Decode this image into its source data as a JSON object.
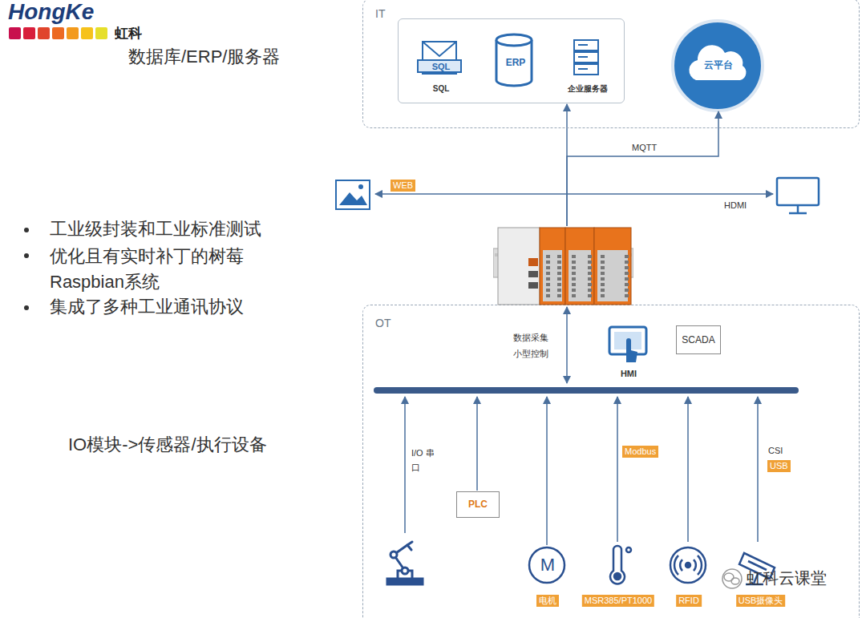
{
  "diagram": {
    "nodes": [
      {
        "text": [
          "IT"
        ]
      },
      {
        "text": [],
        "in": 0
      },
      {
        "text": [
          "SQL",
          "SQL"
        ],
        "in": 1
      },
      {
        "text": [
          "ERP"
        ],
        "in": 1
      },
      {
        "text": [
          "企业服务器"
        ],
        "in": 1
      },
      {
        "text": [
          "云平台"
        ],
        "in": 0
      },
      {
        "text": []
      },
      {
        "text": [
          "OT"
        ]
      },
      {
        "text": [
          "HMI"
        ],
        "in": 7
      },
      {
        "text": [
          "SCADA"
        ],
        "in": 7
      },
      {
        "text": [
          "PLC"
        ],
        "in": 7
      },
      {
        "text": [
          "M",
          "电机"
        ],
        "in": 7
      },
      {
        "text": [
          "MSR385/PT1000"
        ],
        "in": 7
      },
      {
        "text": [
          "RFID"
        ],
        "in": 7
      },
      {
        "text": [
          "USB摄像头"
        ],
        "in": 7
      }
    ],
    "edges": [
      {
        "from": 6,
        "to": 1,
        "arrow": "to"
      },
      {
        "from": 6,
        "to": 5,
        "label": "MQTT",
        "arrow": "to"
      },
      {
        "from": 6,
        "to": 7,
        "label": "数据采集 小型控制",
        "arrow": "both"
      }
    ],
    "labels": [
      "HongKe",
      "虹科",
      "数据库/ERP/服务器",
      "工业级封装和工业标准测试",
      "优化且有实时补丁的树莓 Raspbian系统",
      "集成了多种工业通讯协议",
      "IO模块->传感器/执行设备",
      "WEB",
      "HDMI",
      "I/O 串口",
      "Modbus",
      "CSI",
      "USB",
      "虹科云课堂"
    ]
  }
}
